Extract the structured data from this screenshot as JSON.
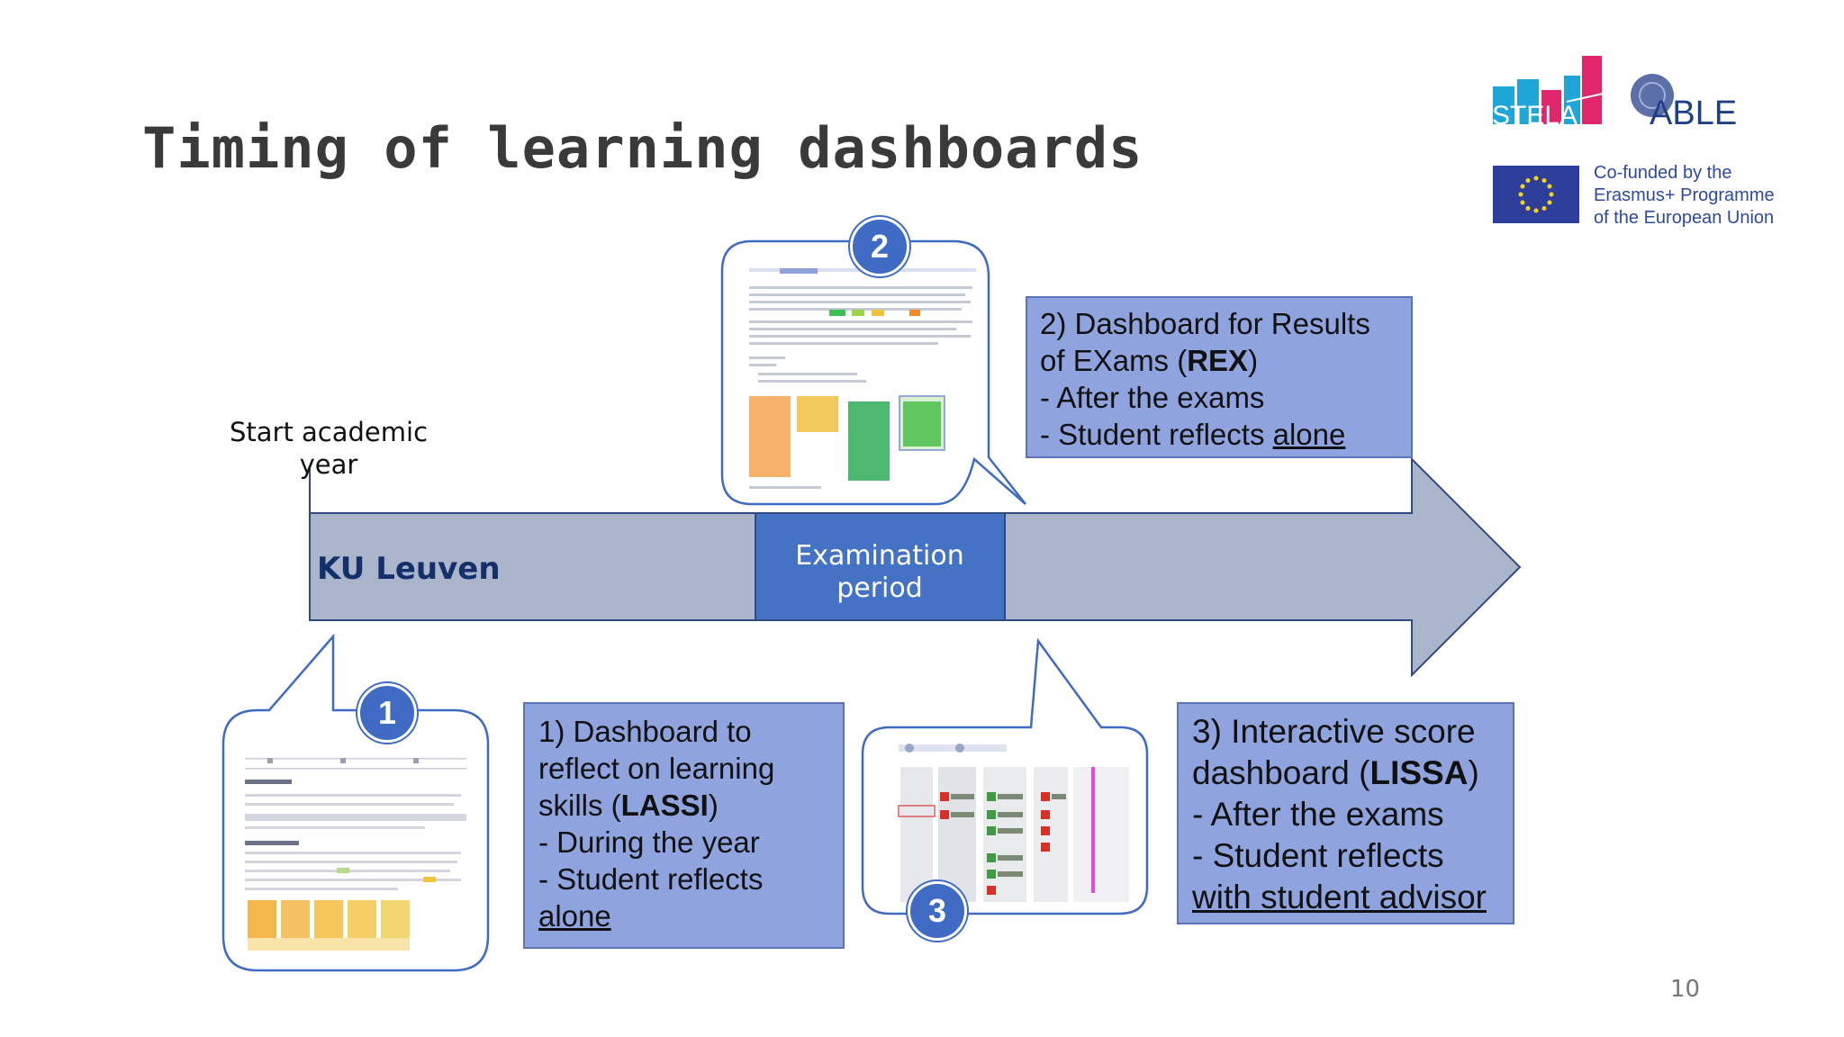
{
  "slide": {
    "title": "Timing of learning dashboards",
    "page_number": "10"
  },
  "logos": {
    "stela": "STELA",
    "able": "ABLE",
    "eu_text_lines": [
      "Co-funded by the",
      "Erasmus+ Programme",
      "of the European Union"
    ]
  },
  "timeline": {
    "start_label": "Start academic year",
    "org_label": "KU Leuven",
    "exam_label": "Examination period"
  },
  "dashboards": {
    "rex": {
      "badge": "2",
      "line1_prefix": "2) Dashboard for Results",
      "line2_prefix": "of EXams (",
      "line2_bold": "REX",
      "line2_suffix": ")",
      "line3": "- After the exams",
      "line4_prefix": "- Student reflects ",
      "line4_underlined": "alone"
    },
    "lassi": {
      "badge": "1",
      "line1": "1) Dashboard to",
      "line2": "reflect on learning",
      "line3_prefix": "skills (",
      "line3_bold": "LASSI",
      "line3_suffix": ")",
      "line4": "- During the year",
      "line5": "- Student reflects",
      "line6_underlined": "alone"
    },
    "lissa": {
      "badge": "3",
      "line1": "3) Interactive score",
      "line2_prefix": "dashboard (",
      "line2_bold": "LISSA",
      "line2_suffix": ")",
      "line3": "- After the exams",
      "line4": "- Student reflects",
      "line5_underlined": "with student advisor"
    }
  },
  "colors": {
    "arrow_fill": "#aab5cc",
    "arrow_stroke": "#2f4a86",
    "exam_fill": "#4472c4",
    "box_fill": "#8fa4df",
    "badge_fill": "#3f6bc4"
  }
}
